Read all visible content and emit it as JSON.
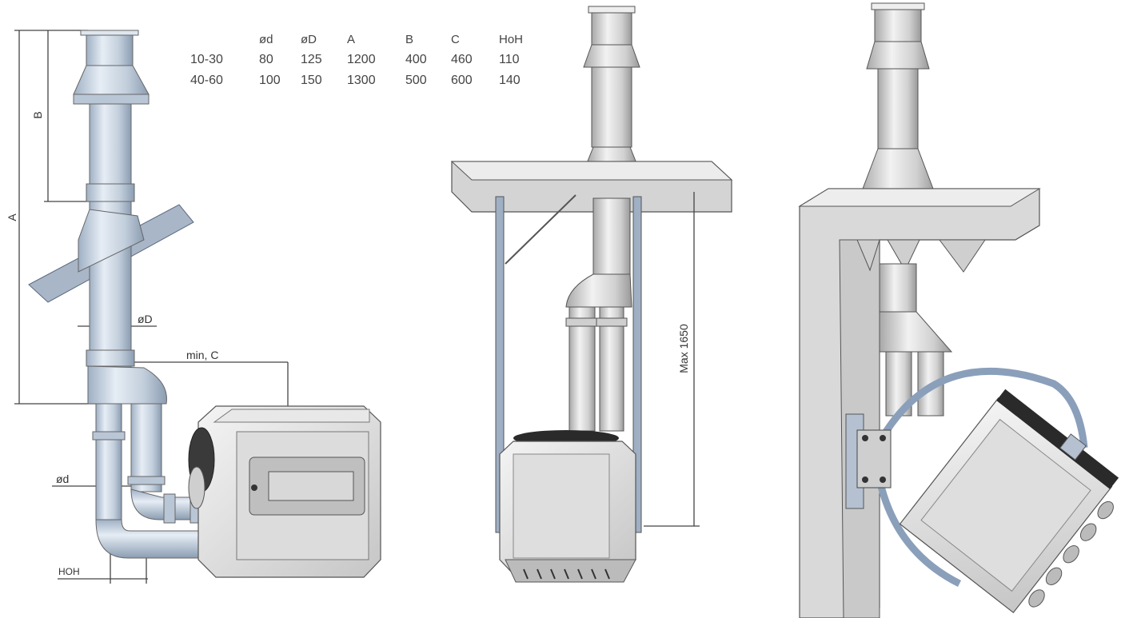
{
  "table": {
    "headers": [
      "",
      "ød",
      "øD",
      "A",
      "B",
      "C",
      "HoH"
    ],
    "rows": [
      [
        "10-30",
        "80",
        "125",
        "1200",
        "400",
        "460",
        "110"
      ],
      [
        "40-60",
        "100",
        "150",
        "1300",
        "500",
        "600",
        "140"
      ]
    ]
  },
  "labels": {
    "A": "A",
    "B": "B",
    "outer_diameter": "øD",
    "inner_diameter": "ød",
    "min_clearance": "min, C",
    "hoh": "HOH",
    "max_height": "Max 1650"
  },
  "colors": {
    "pipe": "#c9d3e0",
    "unit": "#d6d6d6",
    "line": "#444444"
  }
}
